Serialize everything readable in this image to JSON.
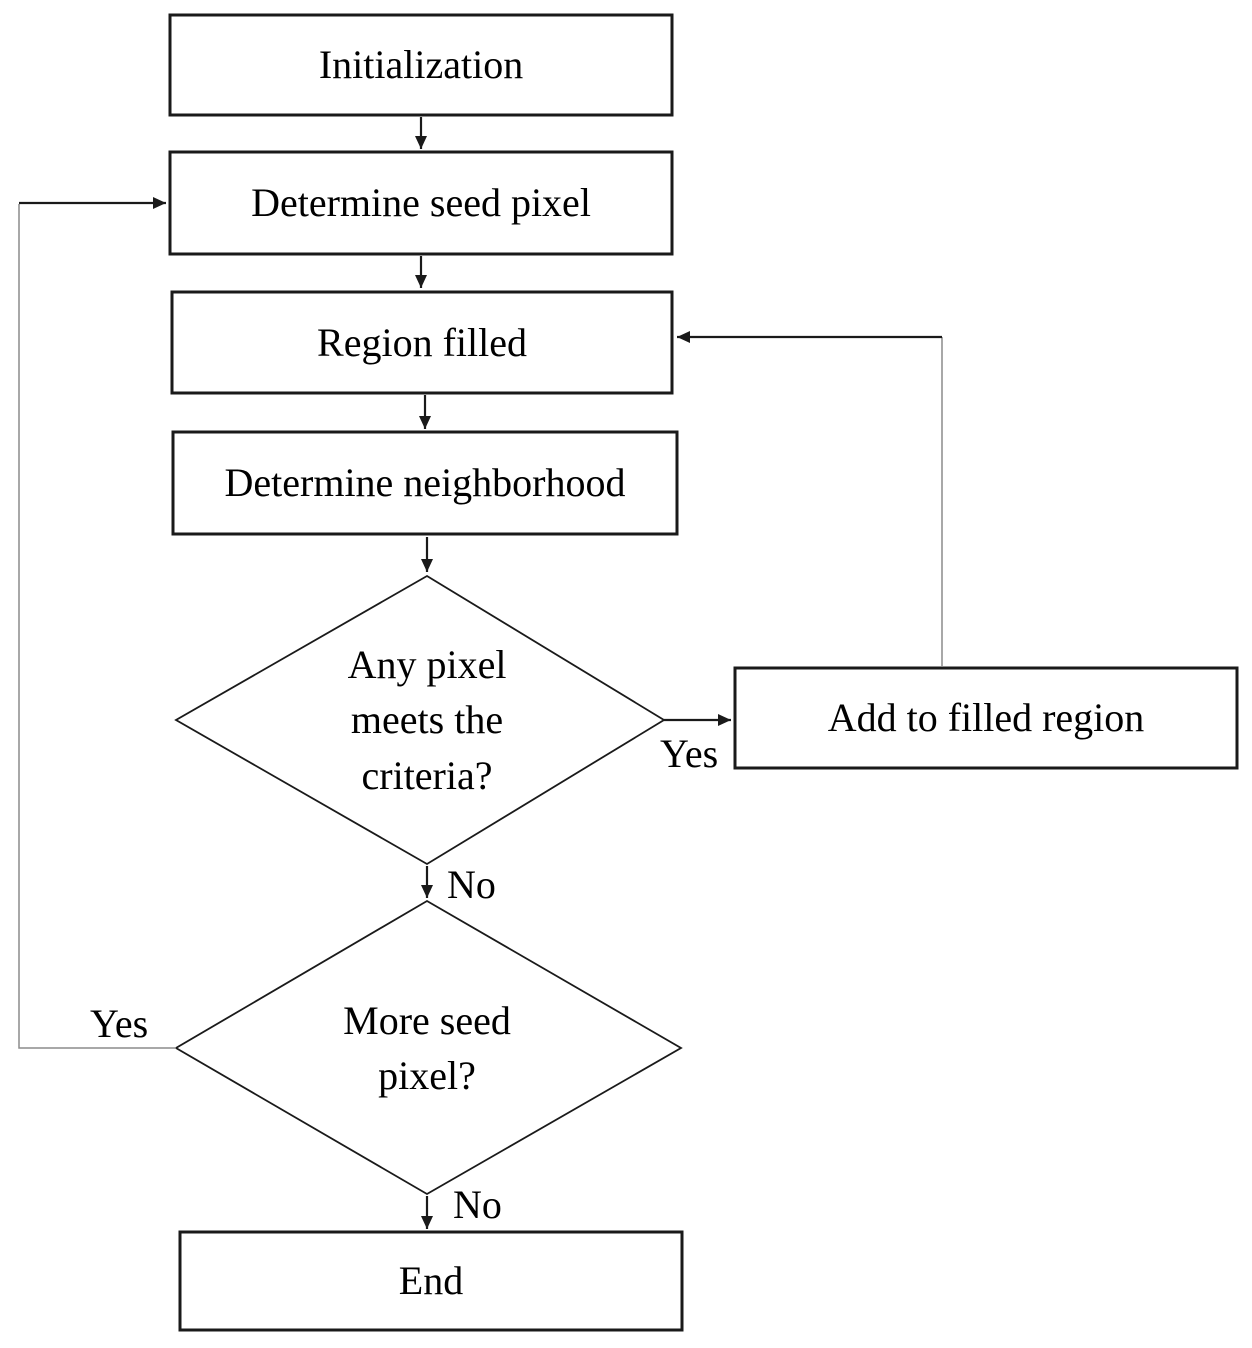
{
  "diagram": {
    "type": "flowchart",
    "topic": "Seed-pixel region growing / region filling algorithm",
    "colors": {
      "background": "#ffffff",
      "line": "#1a1a1a",
      "loop_line": "#8c8c8c",
      "text": "#000000",
      "node_fill": "#ffffff"
    },
    "nodes": {
      "initialization": {
        "label": "Initialization",
        "shape": "rectangle"
      },
      "determine_seed_pixel": {
        "label": "Determine seed pixel",
        "shape": "rectangle"
      },
      "region_filled": {
        "label": "Region filled",
        "shape": "rectangle"
      },
      "determine_neighborhood": {
        "label": "Determine neighborhood",
        "shape": "rectangle"
      },
      "any_pixel_meets_criteria": {
        "label": "Any pixel\nmeets the\ncriteria?",
        "shape": "diamond"
      },
      "add_to_filled_region": {
        "label": "Add to filled region",
        "shape": "rectangle"
      },
      "more_seed_pixel": {
        "label": "More seed\npixel?",
        "shape": "diamond"
      },
      "end": {
        "label": "End",
        "shape": "rectangle"
      }
    },
    "edges": [
      {
        "from": "Initialization",
        "to": "Determine seed pixel",
        "label": ""
      },
      {
        "from": "Determine seed pixel",
        "to": "Region filled",
        "label": ""
      },
      {
        "from": "Region filled",
        "to": "Determine neighborhood",
        "label": ""
      },
      {
        "from": "Determine neighborhood",
        "to": "Any pixel meets the criteria?",
        "label": ""
      },
      {
        "from": "Any pixel meets the criteria?",
        "to": "Add to filled region",
        "label": "Yes"
      },
      {
        "from": "Any pixel meets the criteria?",
        "to": "More seed pixel?",
        "label": "No"
      },
      {
        "from": "Add to filled region",
        "to": "Region filled",
        "label": ""
      },
      {
        "from": "More seed pixel?",
        "to": "Determine seed pixel",
        "label": "Yes"
      },
      {
        "from": "More seed pixel?",
        "to": "End",
        "label": "No"
      }
    ]
  }
}
